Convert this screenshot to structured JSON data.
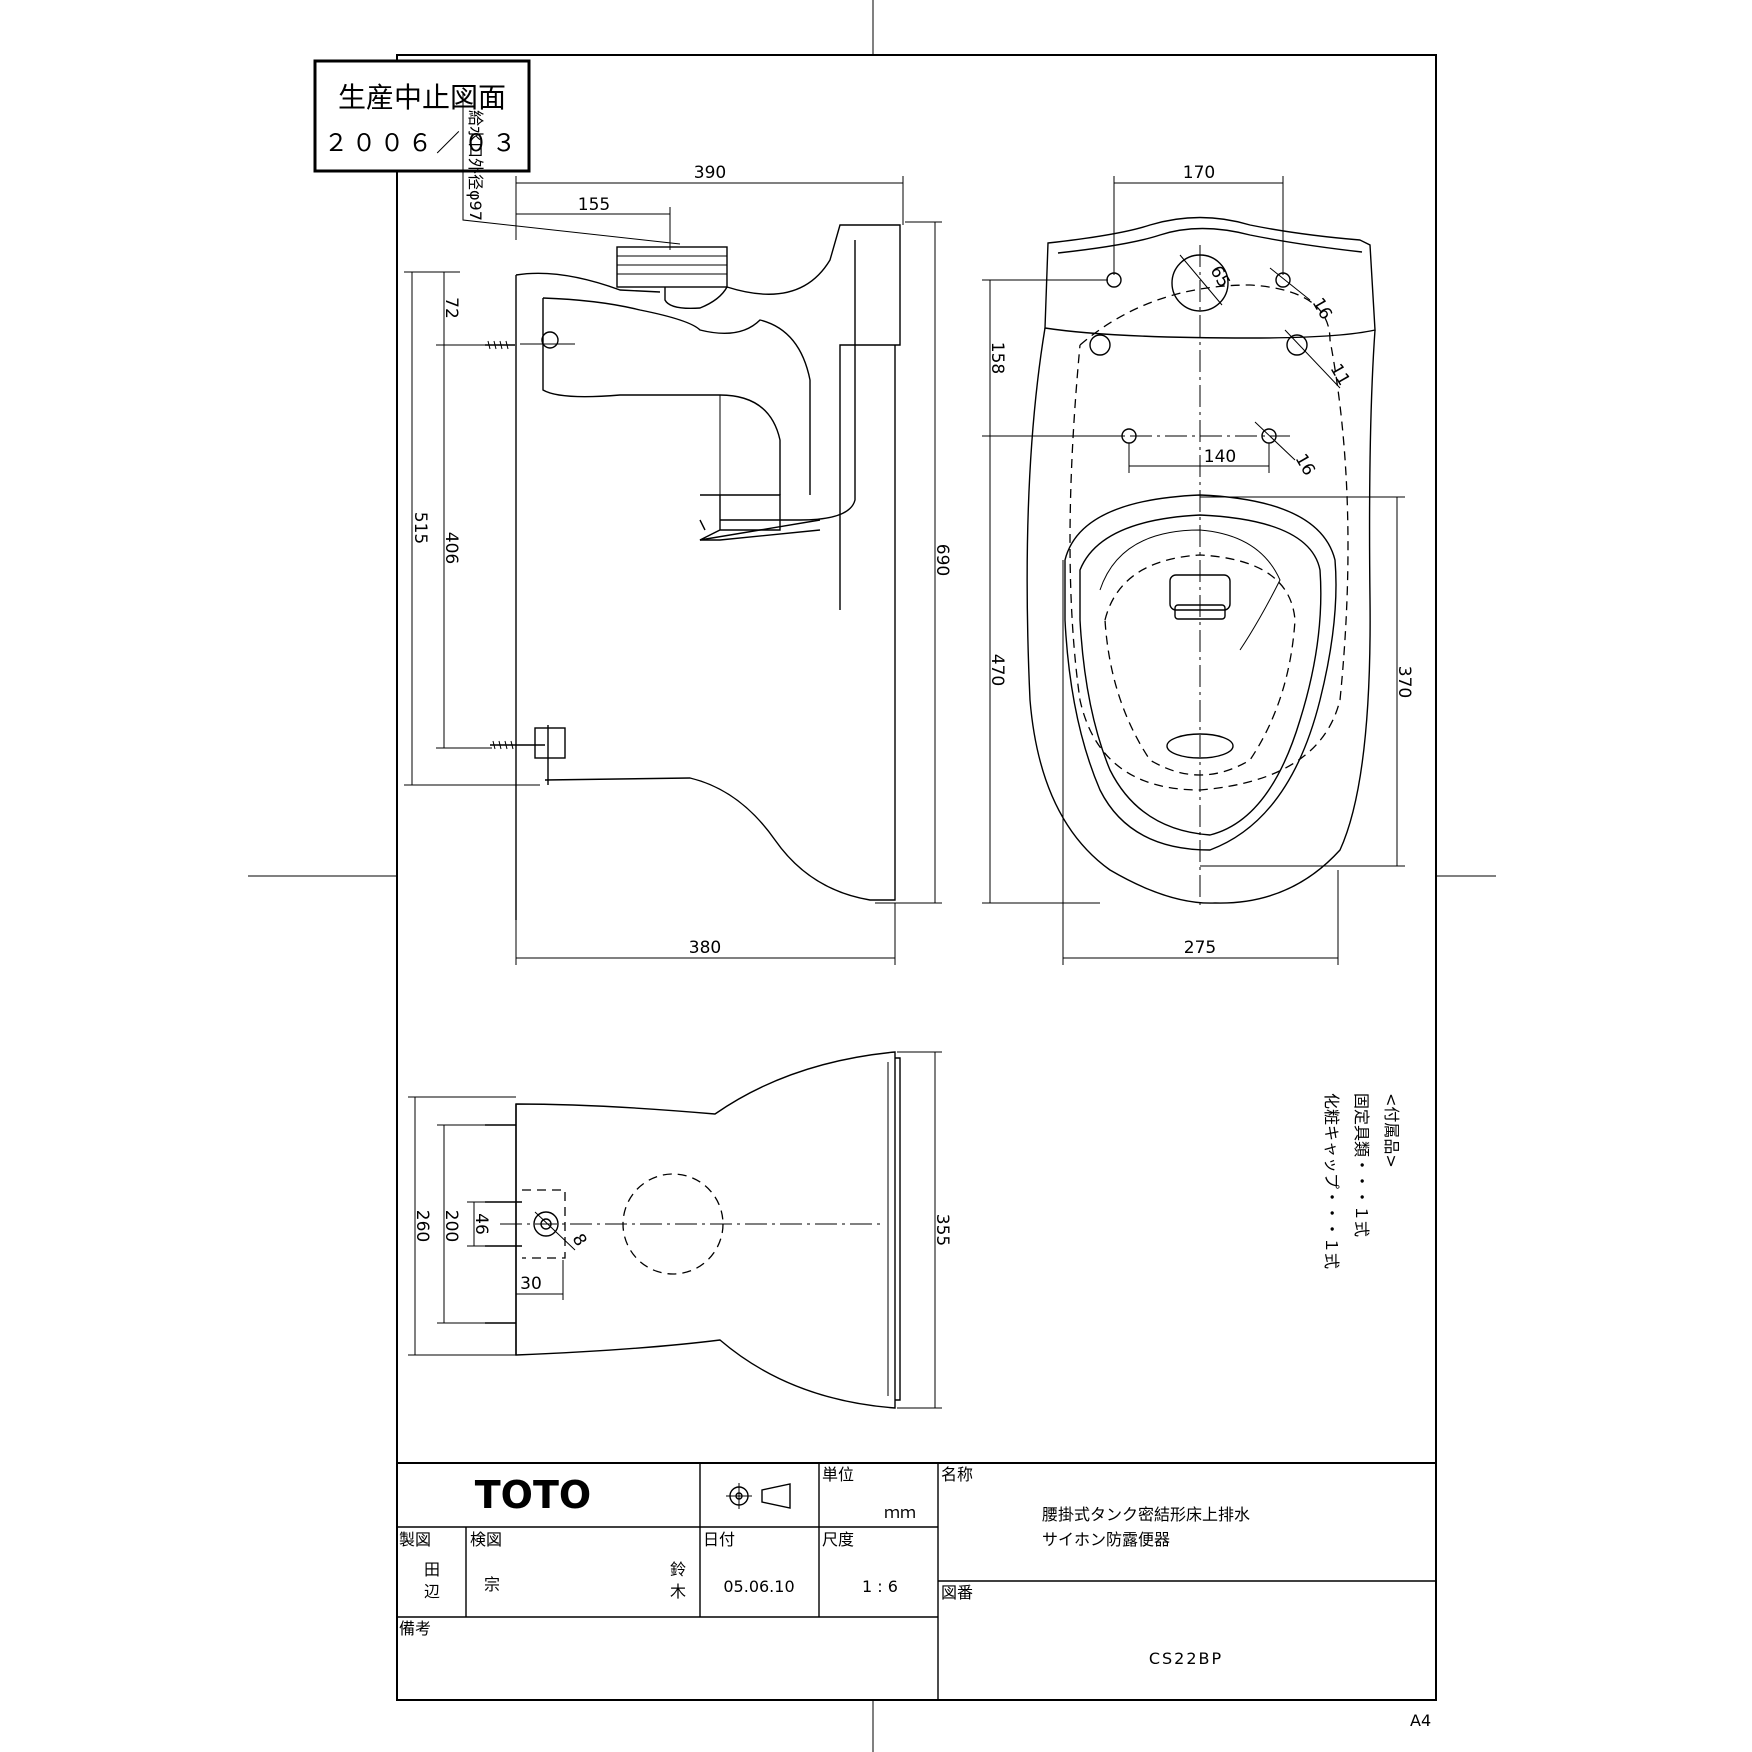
{
  "stamp": {
    "line1": "生産中止図面",
    "line2": "２００６／０３"
  },
  "note_supply": "給水口外径φ97",
  "dims": {
    "d390": "390",
    "d155": "155",
    "d72": "72",
    "d515": "515",
    "d406": "406",
    "d690": "690",
    "d380": "380",
    "d170": "170",
    "d65": "65",
    "d16a": "16",
    "d11": "11",
    "d158": "158",
    "d140": "140",
    "d16b": "16",
    "d470": "470",
    "d370": "370",
    "d275": "275",
    "d260": "260",
    "d200": "200",
    "d46": "46",
    "d8": "8",
    "d30": "30",
    "d355": "355"
  },
  "accessories": {
    "title": "<付属品>",
    "item1": "固定具類・・・１式",
    "item2": "化粧キャップ・・・１式"
  },
  "titleblock": {
    "brand": "TOTO",
    "unit_label": "単位",
    "unit_value": "ｍｍ",
    "name_label": "名称",
    "name_line1": "腰掛式タンク密結形床上排水",
    "name_line2": "サイホン防露便器",
    "drawn_label": "製図",
    "drawn_char1": "田",
    "drawn_char2": "辺",
    "checked_label": "検図",
    "checked_name1": "宗",
    "checked_name2a": "鈴",
    "checked_name2b": "木",
    "date_label": "日付",
    "date_value": "05.06.10",
    "scale_label": "尺度",
    "scale_value": "1 : 6",
    "drawno_label": "図番",
    "drawno_value": "CS22BP",
    "remarks_label": "備考"
  },
  "paper_size": "A4"
}
